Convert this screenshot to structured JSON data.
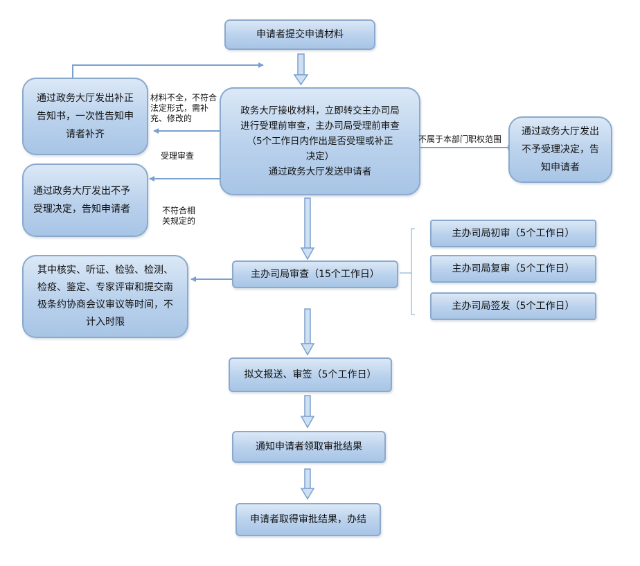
{
  "boxes": {
    "submit": "申请者提交申请材料",
    "left_correction": "通过政务大厅发出补正告知书，一次性告知申请者补齐",
    "center_main": [
      "政务大厅接收材料，立即转交主办司局",
      "进行受理前审查，主办司局受理前审查",
      "（5个工作日内作出是否受理或补正",
      "决定）",
      "通过政务大厅发送申请者"
    ],
    "right_reject": "通过政务大厅发出不予受理决定，告知申请者",
    "left_reject": "通过政务大厅发出不予受理决定，告知申请者",
    "review": "主办司局审查（15个工作日）",
    "exclusion": "其中核实、听证、检验、检测、检疫、鉴定、专家评审和提交南极条约协商会议审议等时间，不计入时限",
    "first_review": "主办司局初审（5个工作日）",
    "second_review": "主办司局复审（5个工作日）",
    "sign_issue": "主办司局签发（5个工作日）",
    "draft": "拟文报送、审签（5个工作日）",
    "notify": "通知申请者领取审批结果",
    "done": "申请者取得审批结果，办结"
  },
  "labels": {
    "incomplete": "材料不全，不符合法定形式，需补充、修改的",
    "acceptance_review": "受理审查",
    "not_scope": "不属于本部门职权范围",
    "not_compliant": "不符合相关规定的"
  }
}
